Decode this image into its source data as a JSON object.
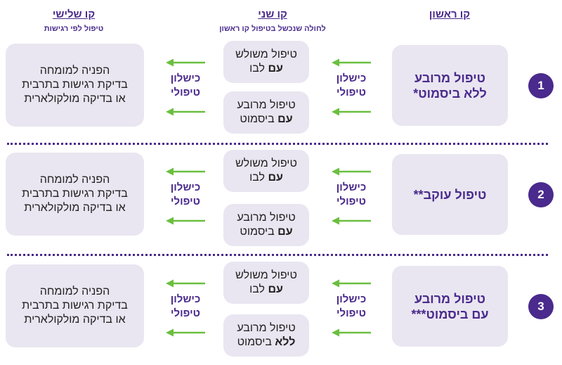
{
  "headers": {
    "third": {
      "title": "קו שלישי",
      "subtitle": "טיפול לפי רגישות"
    },
    "second": {
      "title": "קו שני",
      "subtitle": "לחולה שנכשל בטיפול קו ראשון"
    },
    "first": {
      "title": "קו ראשון"
    }
  },
  "fail_label": {
    "line1": "כישלון",
    "line2": "טיפולי"
  },
  "third_line_box": {
    "line1": "הפניה למומחה",
    "line2": "בדיקת רגישות בתרבית",
    "line3": "או בדיקה מולקולארית"
  },
  "colors": {
    "purple": "#4a2a8c",
    "box": "#e9e6f1",
    "arrow": "#6abf3f"
  },
  "rows": [
    {
      "number": "1",
      "first": {
        "line1": "טיפול מרובע",
        "line2": "ללא ביסמוט*"
      },
      "second": [
        {
          "line1": "טיפול משולש",
          "bold": "עם",
          "rest": " לבו"
        },
        {
          "line1": "טיפול מרובע",
          "bold": "עם",
          "rest": " ביסמוט"
        }
      ]
    },
    {
      "number": "2",
      "first": {
        "line1": "טיפול עוקב**",
        "line2": ""
      },
      "second": [
        {
          "line1": "טיפול משולש",
          "bold": "עם",
          "rest": " לבו"
        },
        {
          "line1": "טיפול מרובע",
          "bold": "עם",
          "rest": " ביסמוט"
        }
      ]
    },
    {
      "number": "3",
      "first": {
        "line1": "טיפול מרובע",
        "line2": "עם ביסמוט***"
      },
      "second": [
        {
          "line1": "טיפול משולש",
          "bold": "עם",
          "rest": " לבו"
        },
        {
          "line1": "טיפול מרובע",
          "bold": "ללא",
          "rest": " ביסמוט"
        }
      ]
    }
  ]
}
